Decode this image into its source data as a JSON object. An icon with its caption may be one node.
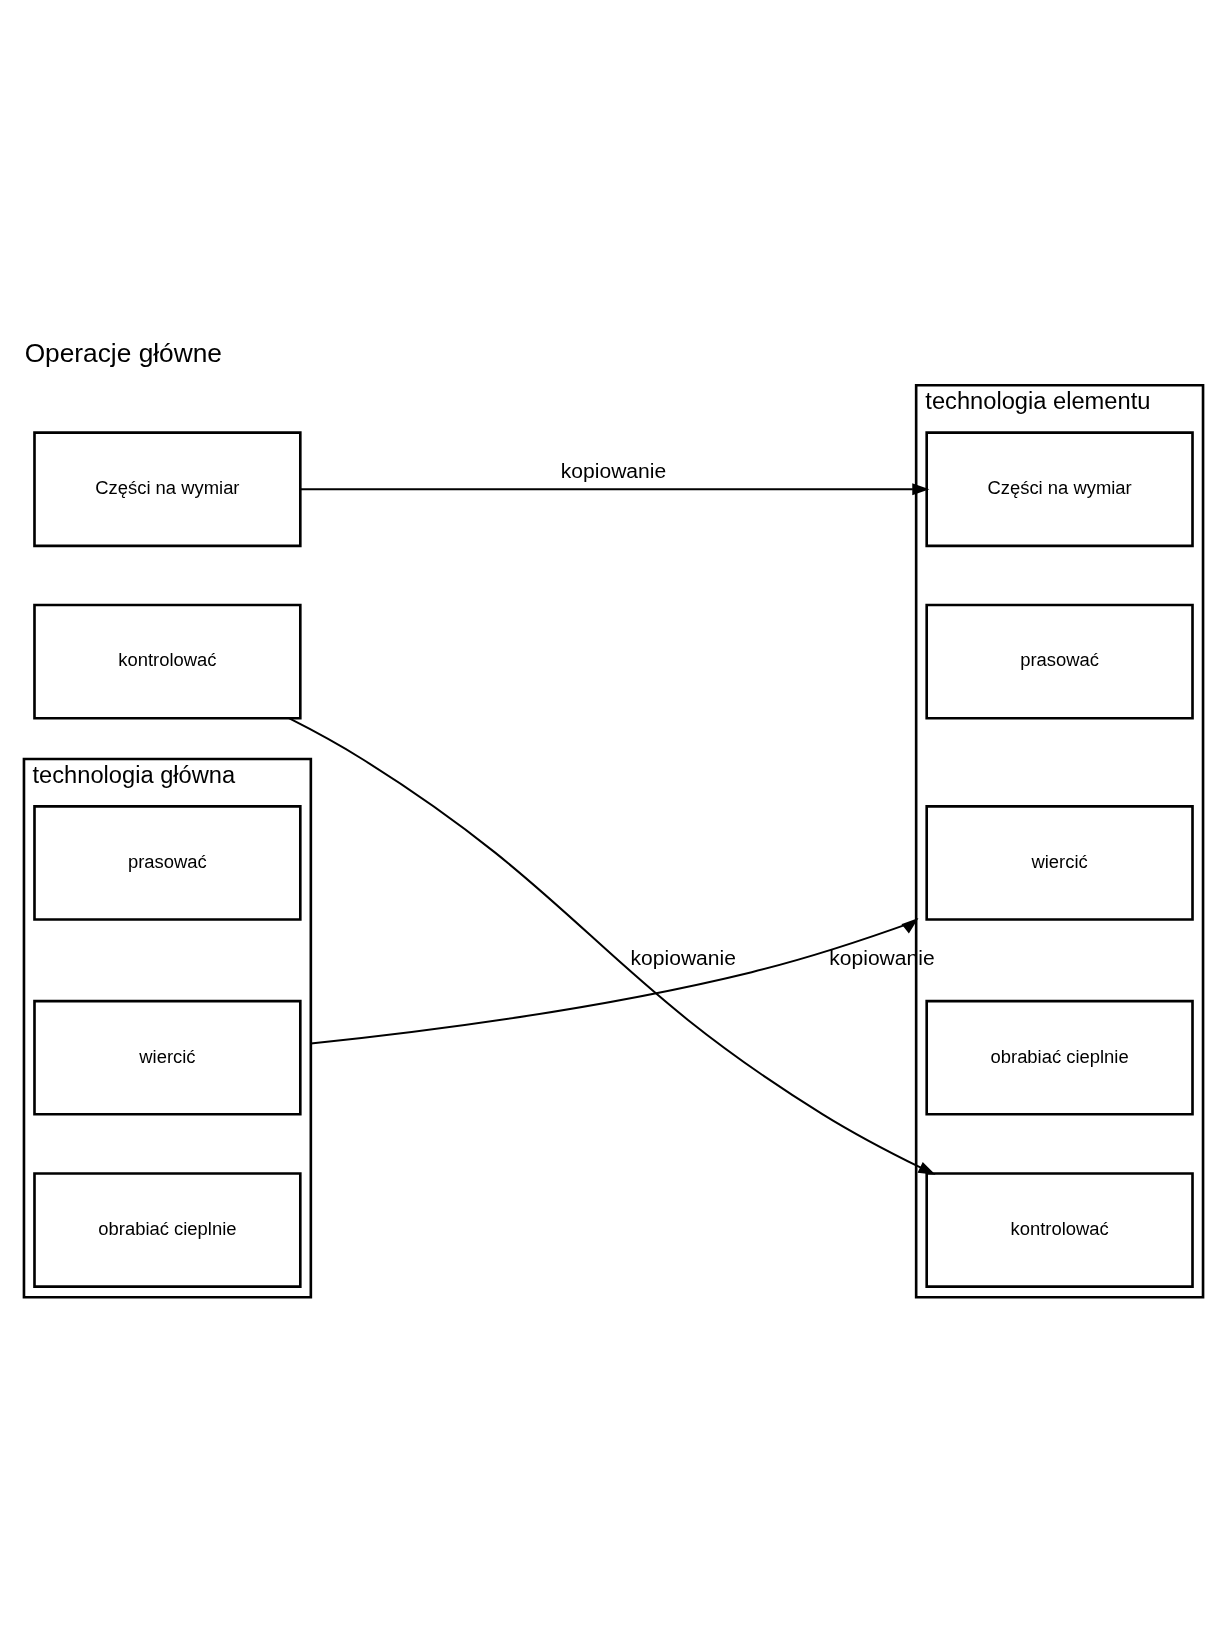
{
  "diagram": {
    "title": "Operacje główne",
    "nodes": [
      {
        "text": [
          "Części na wymiar"
        ]
      },
      {
        "text": [
          "kontrolować"
        ]
      },
      {
        "text": [
          "technologia główna"
        ]
      },
      {
        "text": [
          "prasować"
        ],
        "in": 2
      },
      {
        "text": [
          "wiercić"
        ],
        "in": 2
      },
      {
        "text": [
          "obrabiać cieplnie"
        ],
        "in": 2
      },
      {
        "text": [
          "technologia elementu"
        ]
      },
      {
        "text": [
          "Części na wymiar"
        ],
        "in": 6
      },
      {
        "text": [
          "prasować"
        ],
        "in": 6
      },
      {
        "text": [
          "wiercić"
        ],
        "in": 6
      },
      {
        "text": [
          "obrabiać cieplnie"
        ],
        "in": 6
      },
      {
        "text": [
          "kontrolować"
        ],
        "in": 6
      }
    ],
    "edges": [
      {
        "from": 0,
        "to": 7,
        "arrow": "to",
        "label": "kopiowanie"
      },
      {
        "from": 1,
        "to": 11,
        "arrow": "to",
        "label": "kopiowanie"
      },
      {
        "from": 2,
        "to": 6,
        "arrow": "to",
        "label": "kopiowanie"
      }
    ]
  }
}
